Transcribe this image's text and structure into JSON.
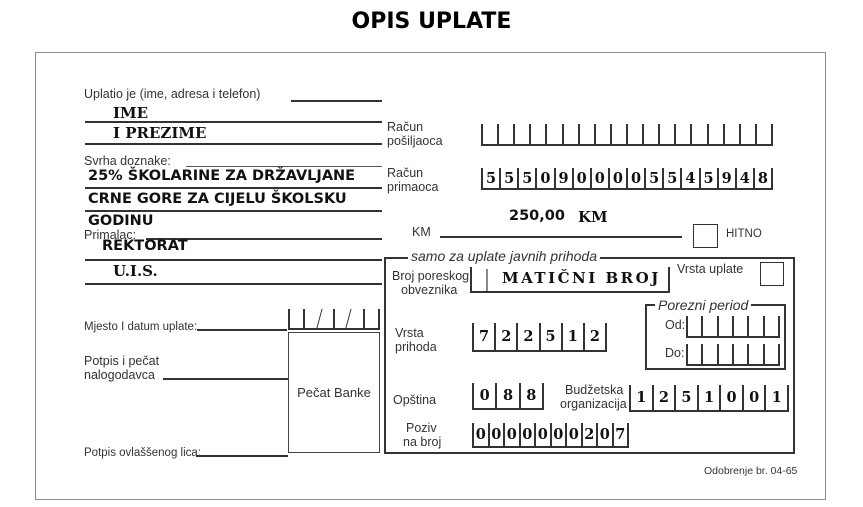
{
  "header": {
    "title": "OPIS UPLATE"
  },
  "payer": {
    "label": "Uplatio je (ime, adresa i telefon)",
    "line1": "IME",
    "line2": "I PREZIME"
  },
  "purpose": {
    "label": "Svrha doznake:",
    "line1": "25% ŠKOLARINE ZA DRŽAVLJANE",
    "line2": "CRNE GORE ZA CIJELU ŠKOLSKU",
    "line3": "GODINU"
  },
  "recipient": {
    "label": "Primalac:",
    "line1": "REKTORAT",
    "line2": "U.I.S."
  },
  "accounts": {
    "sender_label_1": "Račun",
    "sender_label_2": "pošiljaoca",
    "sender_digits": [
      "",
      "",
      "",
      "",
      "",
      "",
      "",
      "",
      "",
      "",
      "",
      "",
      "",
      "",
      "",
      "",
      "",
      ""
    ],
    "receiver_label_1": "Račun",
    "receiver_label_2": "primaoca",
    "receiver_digits": [
      "5",
      "5",
      "5",
      "0",
      "9",
      "0",
      "0",
      "0",
      "0",
      "5",
      "5",
      "4",
      "5",
      "9",
      "4",
      "8"
    ]
  },
  "amount": {
    "label": "KM",
    "value": "250,00",
    "currency": "KM",
    "urgent_label": "HITNO"
  },
  "place_date": {
    "label": "Mjesto I datum uplate:"
  },
  "signature": {
    "label_1": "Potpis i pečat",
    "label_2": "nalogodavca"
  },
  "stamp": {
    "label": "Pečat Banke"
  },
  "authorized": {
    "label": "Potpis ovlaššenog lica:"
  },
  "public_payments": {
    "title": "samo za uplate javnih prihoda",
    "tax_id_label_1": "Broj poreskog",
    "tax_id_label_2": "obveznika",
    "tax_id_value": "MATIČNI BROJ",
    "payment_type_label": "Vrsta uplate",
    "tax_period_title": "Porezni period",
    "from_label": "Od:",
    "to_label": "Do:",
    "revenue_type_label_1": "Vrsta",
    "revenue_type_label_2": "prihoda",
    "revenue_type_digits": [
      "7",
      "2",
      "2",
      "5",
      "1",
      "2"
    ],
    "municipality_label": "Opština",
    "municipality_digits": [
      "0",
      "8",
      "8"
    ],
    "budget_org_label_1": "Budžetska",
    "budget_org_label_2": "organizacija",
    "budget_org_digits": [
      "1",
      "2",
      "5",
      "1",
      "0",
      "0",
      "1"
    ],
    "reference_label_1": "Poziv",
    "reference_label_2": "na broj",
    "reference_digits": [
      "0",
      "0",
      "0",
      "0",
      "0",
      "0",
      "0",
      "2",
      "0",
      "7"
    ]
  },
  "footer": {
    "approval": "Odobrenje br. 04-65"
  }
}
